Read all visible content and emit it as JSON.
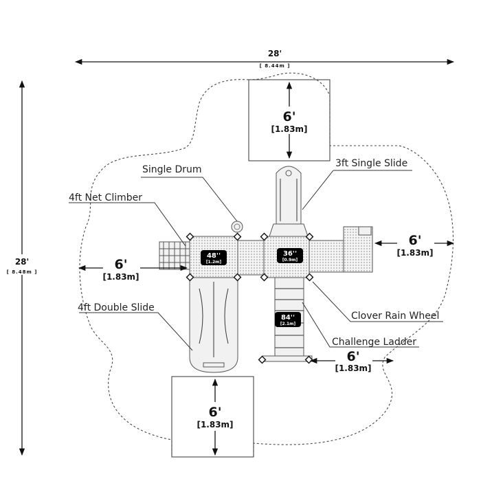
{
  "dimensions": {
    "overall_width": {
      "feet": "28'",
      "meters": "[ 8.44m ]"
    },
    "overall_depth": {
      "feet": "28'",
      "meters": "[ 8.48m ]"
    },
    "zone_top": {
      "feet": "6'",
      "meters": "[1.83m]"
    },
    "zone_bottom": {
      "feet": "6'",
      "meters": "[1.83m]"
    },
    "zone_left": {
      "feet": "6'",
      "meters": "[1.83m]"
    },
    "zone_right": {
      "feet": "6'",
      "meters": "[1.83m]"
    },
    "zone_ladder": {
      "feet": "6'",
      "meters": "[1.83m]"
    }
  },
  "deck_heights": {
    "left_deck": {
      "in": "48''",
      "m": "[1.2m]"
    },
    "right_deck": {
      "in": "36''",
      "m": "[0.9m]"
    },
    "ladder": {
      "in": "84''",
      "m": "[2.1m]"
    }
  },
  "components": {
    "single_drum": "Single Drum",
    "single_slide": "3ft Single Slide",
    "net_climber": "4ft Net Climber",
    "double_slide": "4ft Double Slide",
    "clover_rain_wheel": "Clover Rain Wheel",
    "challenge_ladder": "Challenge Ladder"
  },
  "colors": {
    "line": "#333333",
    "badge": "#000000",
    "background": "#ffffff"
  }
}
